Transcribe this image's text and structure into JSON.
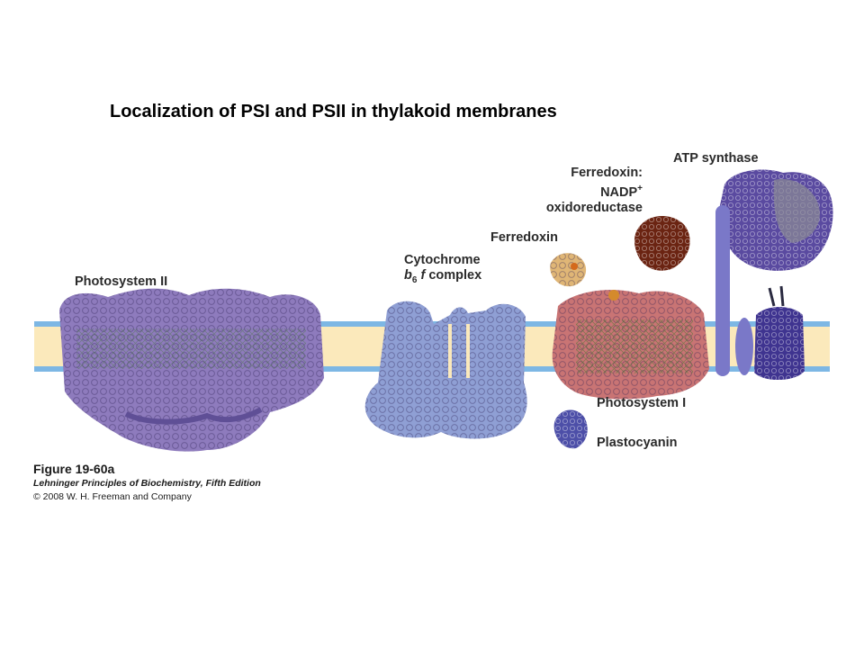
{
  "title": "Localization of PSI and PSII in thylakoid membranes",
  "labels": {
    "photosystem_ii": "Photosystem II",
    "cytochrome_line1": "Cytochrome",
    "cytochrome_line2_b": "b",
    "cytochrome_line2_sub": "6",
    "cytochrome_line2_f": "f",
    "cytochrome_line2_rest": "complex",
    "ferredoxin": "Ferredoxin",
    "fnr_line1": "Ferredoxin:",
    "fnr_line2": "NADP",
    "fnr_line2_sup": "+",
    "fnr_line3": "oxidoreductase",
    "atp_synthase": "ATP synthase",
    "photosystem_i": "Photosystem I",
    "plastocyanin": "Plastocyanin"
  },
  "credit": {
    "figure": "Figure 19-60a",
    "book": "Lehninger Principles of Biochemistry, Fifth Edition",
    "copyright": "© 2008 W. H. Freeman and Company"
  },
  "colors": {
    "membrane_core": "#fbe9bb",
    "membrane_edge": "#7db7e4",
    "psii": "#8e7bbd",
    "cytochrome": "#8f9fd4",
    "psi": "#c97474",
    "psi_cofactor": "#3f7a2e",
    "ferredoxin": "#e0b676",
    "fnr": "#6b2412",
    "atp_synthase": "#5a4aa0",
    "atp_stalk": "#7a78c8",
    "plastocyanin": "#4d4fa8"
  }
}
